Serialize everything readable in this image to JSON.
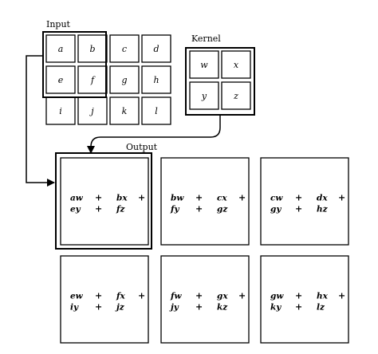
{
  "labels": {
    "input": "Input",
    "kernel": "Kernel",
    "output": "Output"
  },
  "input": {
    "rows": [
      [
        "a",
        "b",
        "c",
        "d"
      ],
      [
        "e",
        "f",
        "g",
        "h"
      ],
      [
        "i",
        "j",
        "k",
        "l"
      ]
    ]
  },
  "kernel": {
    "rows": [
      [
        "w",
        "x"
      ],
      [
        "y",
        "z"
      ]
    ]
  },
  "output": {
    "rows": [
      [
        {
          "line1": [
            "aw",
            "+",
            "bx",
            "+"
          ],
          "line2": [
            "ey",
            "+",
            "fz"
          ]
        },
        {
          "line1": [
            "bw",
            "+",
            "cx",
            "+"
          ],
          "line2": [
            "fy",
            "+",
            "gz"
          ]
        },
        {
          "line1": [
            "cw",
            "+",
            "dx",
            "+"
          ],
          "line2": [
            "gy",
            "+",
            "hz"
          ]
        }
      ],
      [
        {
          "line1": [
            "ew",
            "+",
            "fx",
            "+"
          ],
          "line2": [
            "iy",
            "+",
            "jz"
          ]
        },
        {
          "line1": [
            "fw",
            "+",
            "gx",
            "+"
          ],
          "line2": [
            "jy",
            "+",
            "kz"
          ]
        },
        {
          "line1": [
            "gw",
            "+",
            "hx",
            "+"
          ],
          "line2": [
            "ky",
            "+",
            "lz"
          ]
        }
      ]
    ]
  },
  "colors": {
    "stroke": "#000000",
    "background": "#ffffff"
  }
}
